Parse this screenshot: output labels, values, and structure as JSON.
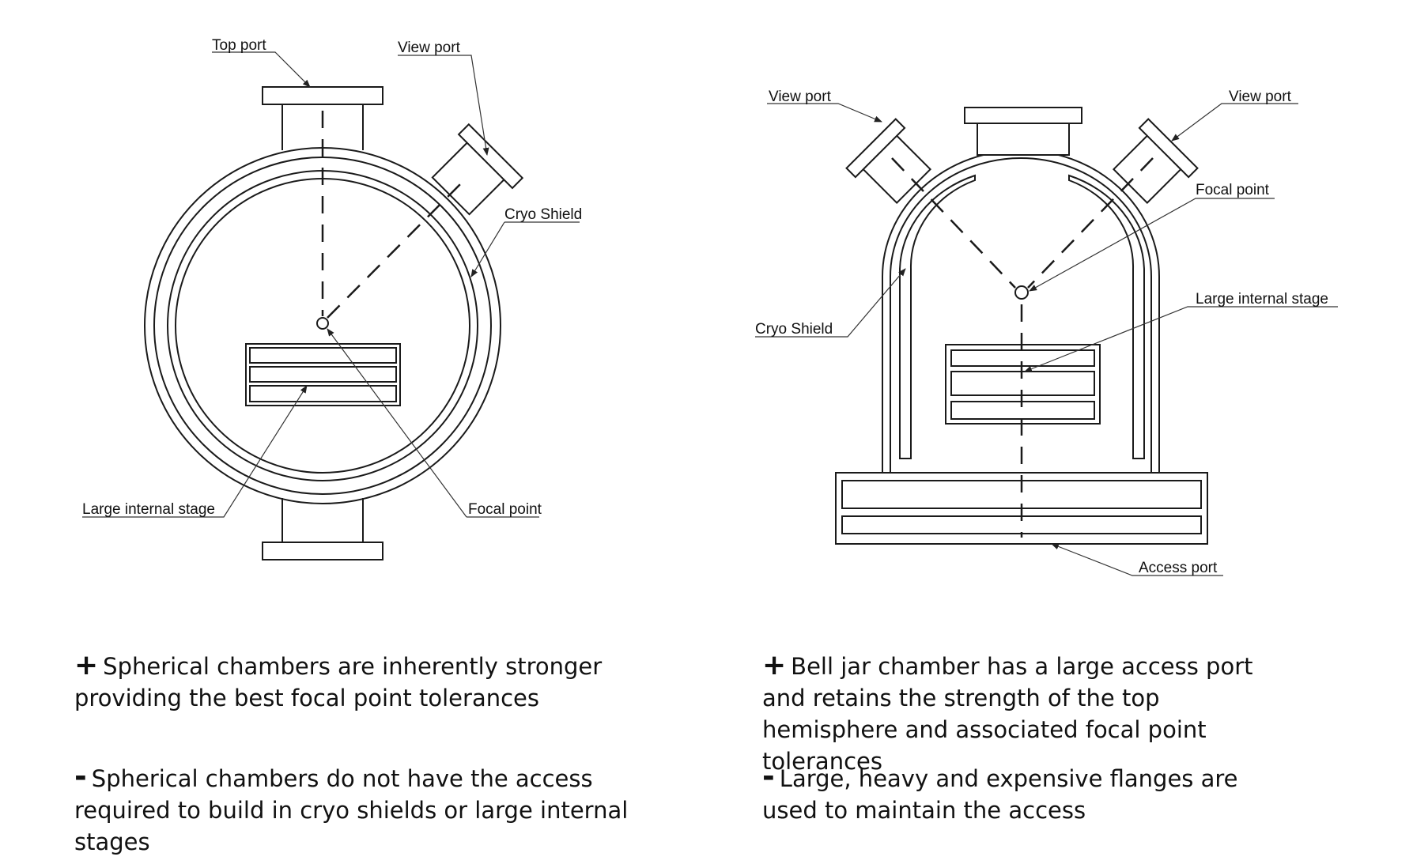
{
  "left_diagram": {
    "labels": {
      "top_port": "Top port",
      "view_port": "View port",
      "cryo_shield": "Cryo Shield",
      "large_internal_stage": "Large internal stage",
      "focal_point": "Focal point"
    }
  },
  "right_diagram": {
    "labels": {
      "view_port_left": "View port",
      "view_port_right": "View port",
      "focal_point": "Focal point",
      "large_internal_stage": "Large internal stage",
      "cryo_shield": "Cryo Shield",
      "access_port": "Access port"
    }
  },
  "left_text": {
    "pro_symbol": "+",
    "pro": "Spherical chambers are inherently stronger providing the best focal point tolerances",
    "con_symbol": "-",
    "con": "Spherical chambers do not have the access required to build in cryo shields or large internal stages"
  },
  "right_text": {
    "pro_symbol": "+",
    "pro": "Bell jar chamber has a large access port and retains the strength of the top hemisphere and associated focal point tolerances",
    "con_symbol": "-",
    "con": "Large, heavy and expensive flanges are used to maintain the access"
  }
}
